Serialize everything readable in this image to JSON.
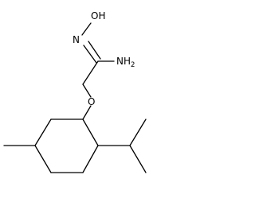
{
  "molecule": {
    "atoms": {
      "hydroxyl": {
        "element": "O",
        "hydrogen": "H"
      },
      "oxime_nitrogen": {
        "element": "N"
      },
      "amine": {
        "element": "N",
        "hydrogen": "H",
        "hydrogen_count": "2"
      },
      "ether_oxygen": {
        "element": "O"
      }
    },
    "colors": {
      "bond": "#000000",
      "text": "#000000",
      "background": "#ffffff"
    }
  }
}
